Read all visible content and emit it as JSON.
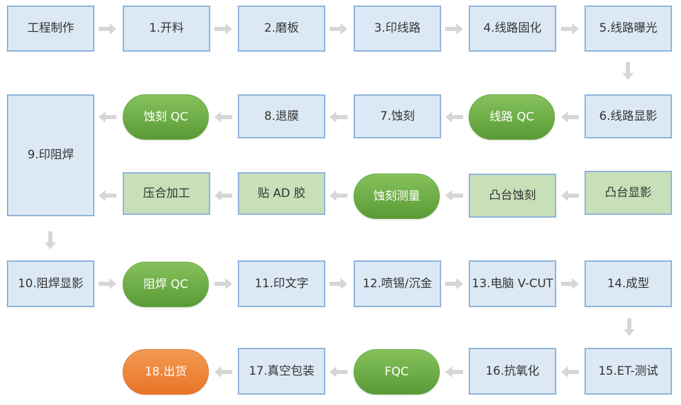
{
  "steps": {
    "s0": "工程制作",
    "s1": "1.开料",
    "s2": "2.磨板",
    "s3": "3.印线路",
    "s4": "4.线路固化",
    "s5": "5.线路曝光",
    "s6": "6.线路显影",
    "qc_line": "线路 QC",
    "s7": "7.蚀刻",
    "s8": "8.退膜",
    "qc_etch": "蚀刻 QC",
    "s9": "9.印阻焊",
    "bump_dev": "凸台显影",
    "bump_etch": "凸台蚀刻",
    "etch_measure": "蚀刻测量",
    "ad_glue": "贴 AD 胶",
    "laminate": "压合加工",
    "s10": "10.阻焊显影",
    "qc_mask": "阻焊 QC",
    "s11": "11.印文字",
    "s12": "12.喷锡/沉金",
    "s13": "13.电脑 V-CUT",
    "s14": "14.成型",
    "s15": "15.ET-测试",
    "s16": "16.抗氧化",
    "fqc": "FQC",
    "s17": "17.真空包装",
    "s18": "18.出货"
  },
  "colors": {
    "box_fill": "#dce9f5",
    "box_border": "#8fb4dc",
    "green_box_fill": "#c8e0b8",
    "pill_green": "#6aad42",
    "pill_orange": "#ef8133",
    "arrow": "#d6d6d6"
  }
}
